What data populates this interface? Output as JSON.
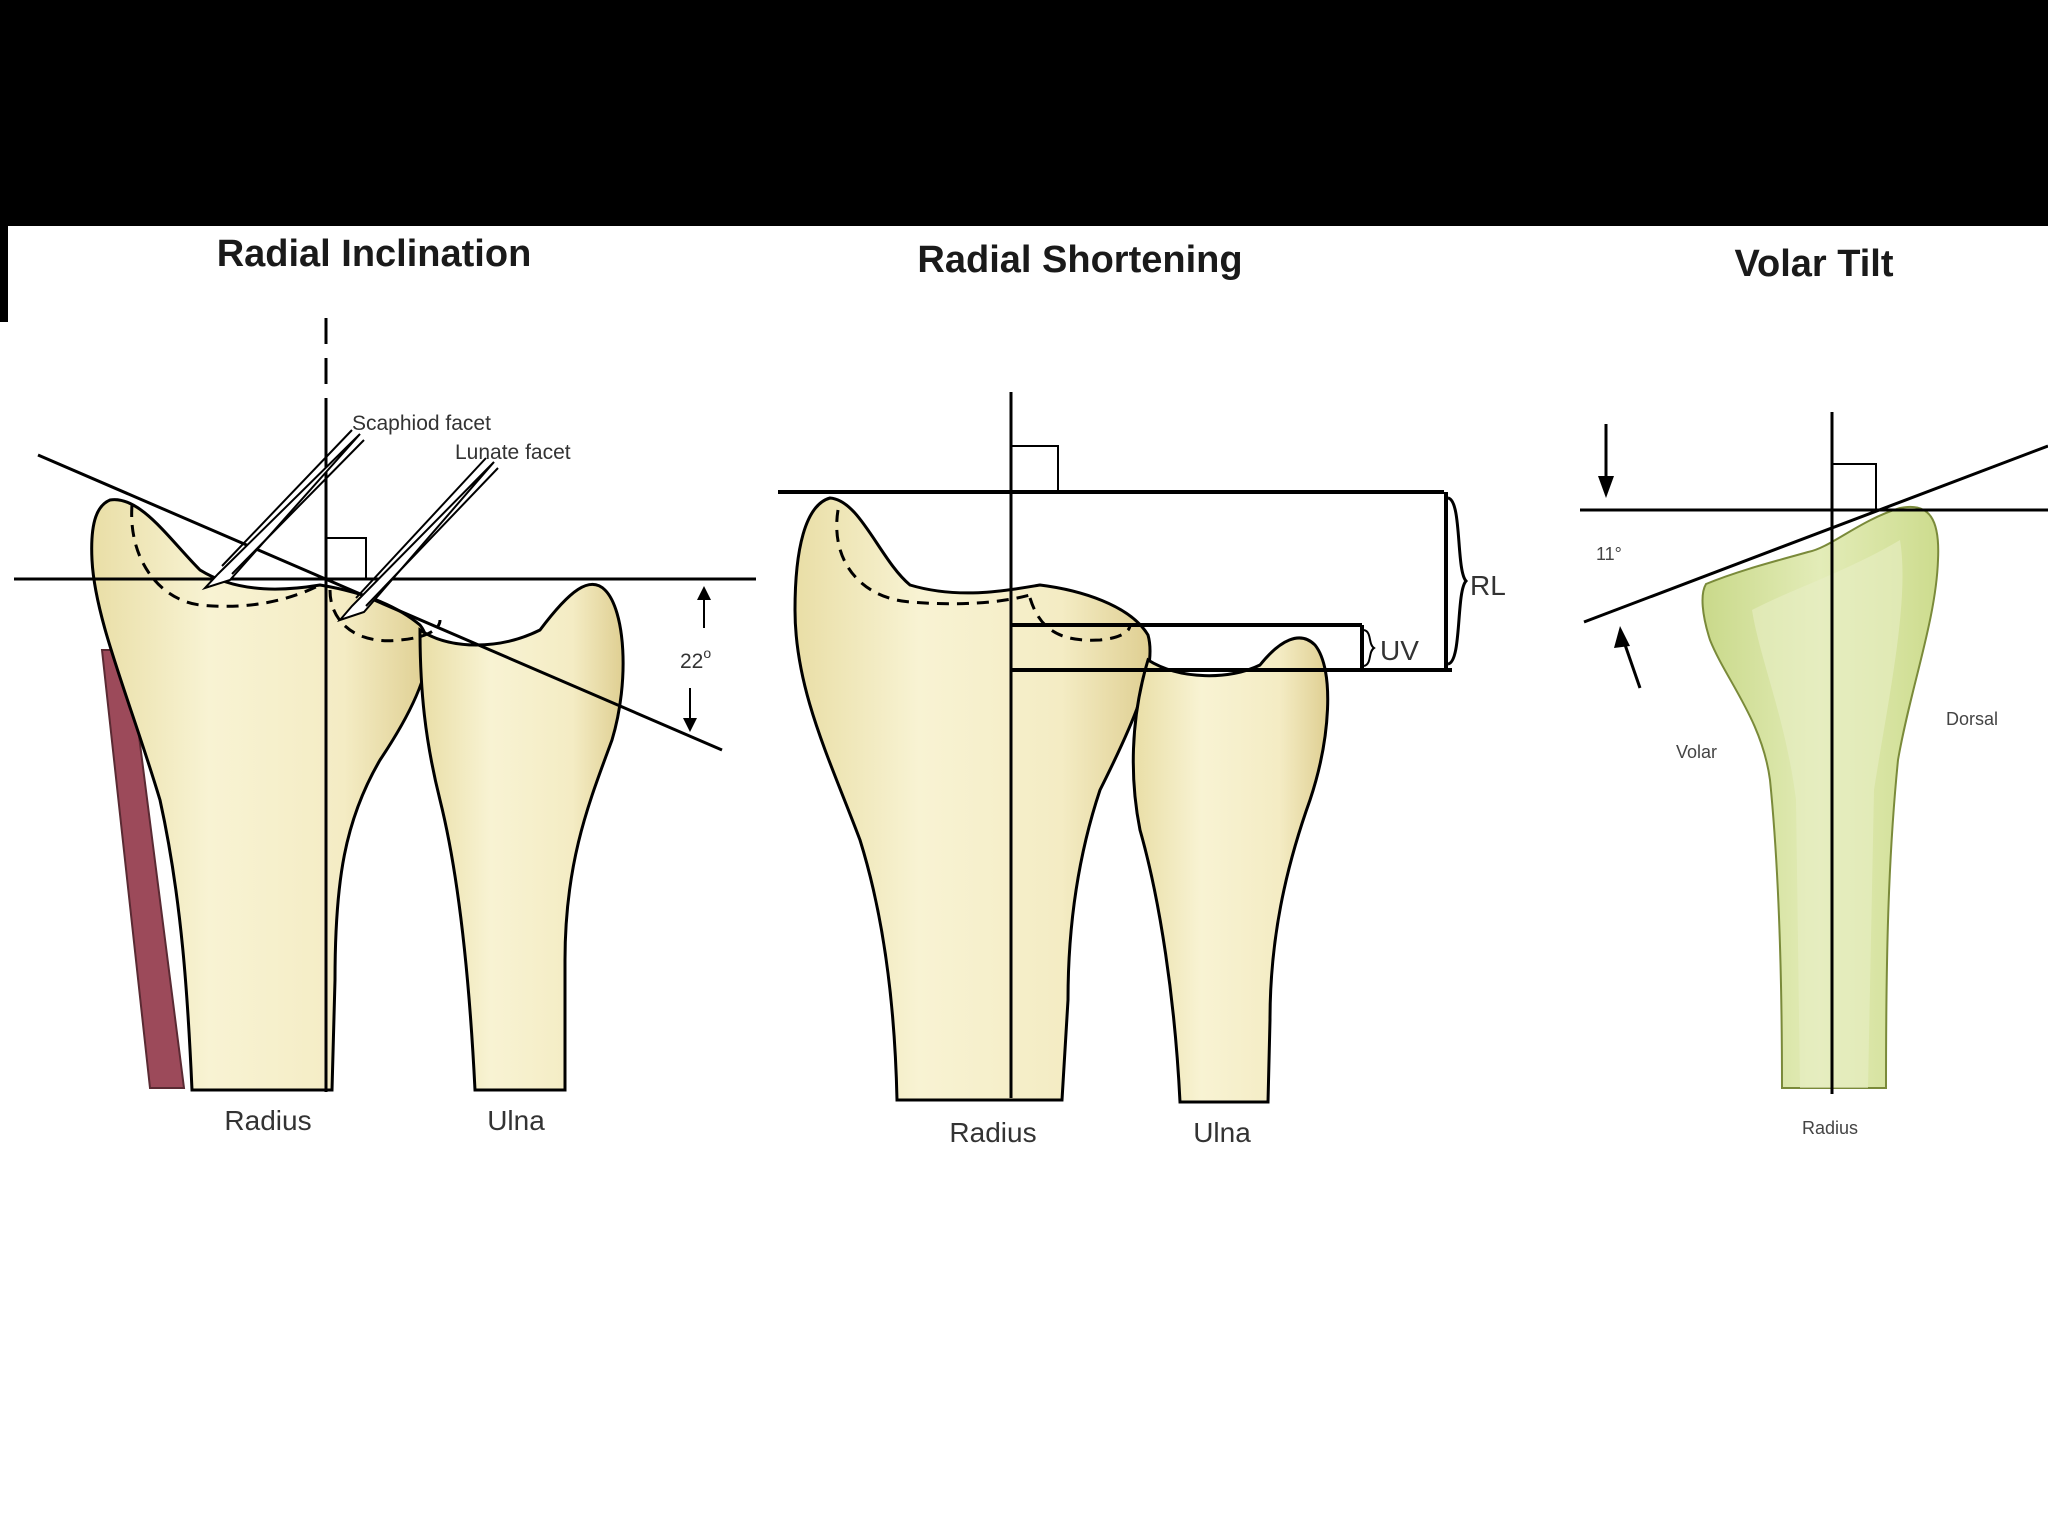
{
  "colors": {
    "background": "#000000",
    "panel": "#ffffff",
    "bone_fill": "#f6f0c6",
    "bone_shade": "#d9c98a",
    "cancellous_fill": "#d9e6a4",
    "vessel": "#9c4a5a",
    "line": "#000000"
  },
  "panels": {
    "inclination": {
      "title": "Radial Inclination",
      "angle_label": "22°",
      "angle_number": "22",
      "angle_degree": "o",
      "scaphoid_label": "Scaphiod facet",
      "lunate_label": "Lunate facet",
      "radius_label": "Radius",
      "ulna_label": "Ulna"
    },
    "shortening": {
      "title": "Radial Shortening",
      "rl_label": "RL",
      "uv_label": "UV",
      "radius_label": "Radius",
      "ulna_label": "Ulna"
    },
    "volar_tilt": {
      "title": "Volar Tilt",
      "angle_label": "11°",
      "volar_label": "Volar",
      "dorsal_label": "Dorsal",
      "radius_label": "Radius"
    }
  }
}
